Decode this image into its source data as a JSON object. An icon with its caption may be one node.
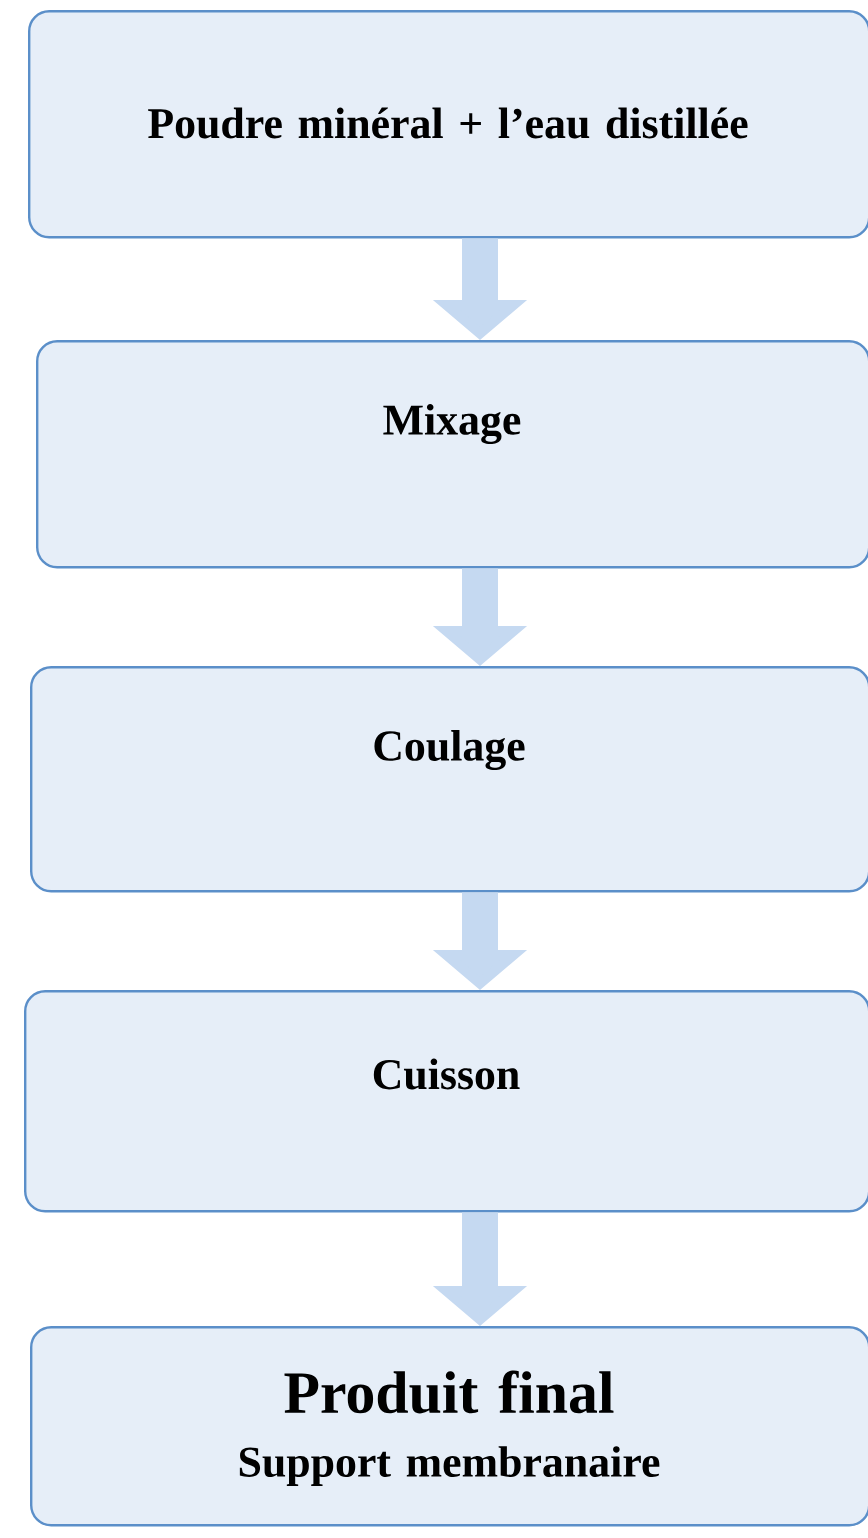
{
  "diagram": {
    "nodes": [
      {
        "text": [
          "Poudre minéral + l’eau distillée"
        ]
      },
      {
        "text": [
          "Mixage"
        ]
      },
      {
        "text": [
          "Coulage"
        ]
      },
      {
        "text": [
          "Cuisson"
        ]
      },
      {
        "text": [
          "Produit final",
          "Support membranaire"
        ]
      }
    ],
    "edges": [
      {
        "from": 0,
        "to": 1,
        "arrow": "to"
      },
      {
        "from": 1,
        "to": 2,
        "arrow": "to"
      },
      {
        "from": 2,
        "to": 3,
        "arrow": "to"
      },
      {
        "from": 3,
        "to": 4,
        "arrow": "to"
      }
    ]
  }
}
